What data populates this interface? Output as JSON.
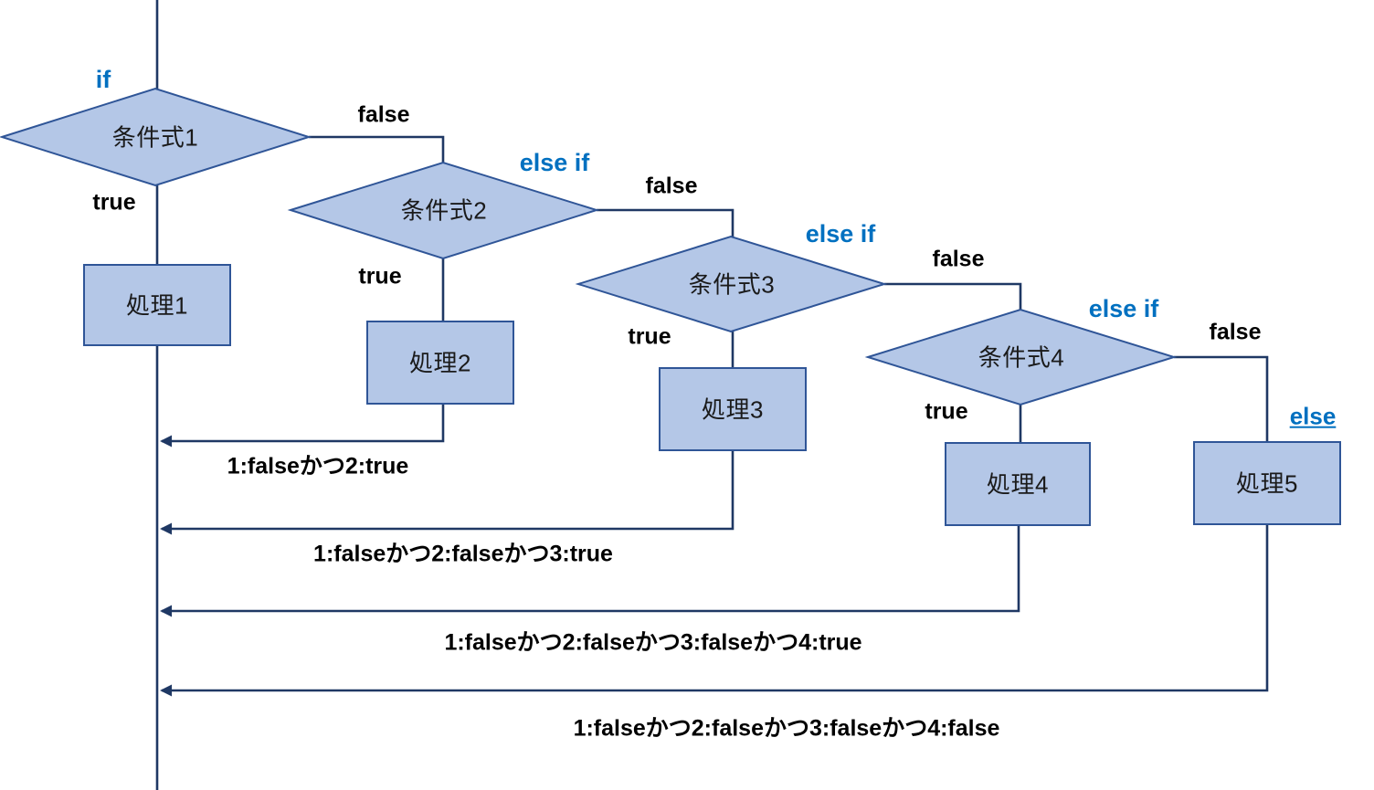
{
  "diagram": {
    "type": "flowchart",
    "description_visible": false,
    "nodes": {
      "conditions": [
        "条件式1",
        "条件式2",
        "条件式3",
        "条件式4"
      ],
      "processes": [
        "処理1",
        "処理2",
        "処理3",
        "処理4",
        "処理5"
      ]
    },
    "labels": {
      "if_keyword": "if",
      "else_if_keyword": "else if",
      "else_keyword": "else",
      "true_branch": "true",
      "false_branch": "false"
    },
    "annotations": [
      "1:falseかつ2:true",
      "1:falseかつ2:falseかつ3:true",
      "1:falseかつ2:falseかつ3:falseかつ4:true",
      "1:falseかつ2:falseかつ3:falseかつ4:false"
    ],
    "colors": {
      "shape_fill": "#b4c7e7",
      "shape_border": "#2f5597",
      "connector_line": "#1f3864",
      "keyword_blue": "#0070c0",
      "text_black": "#000000"
    }
  }
}
